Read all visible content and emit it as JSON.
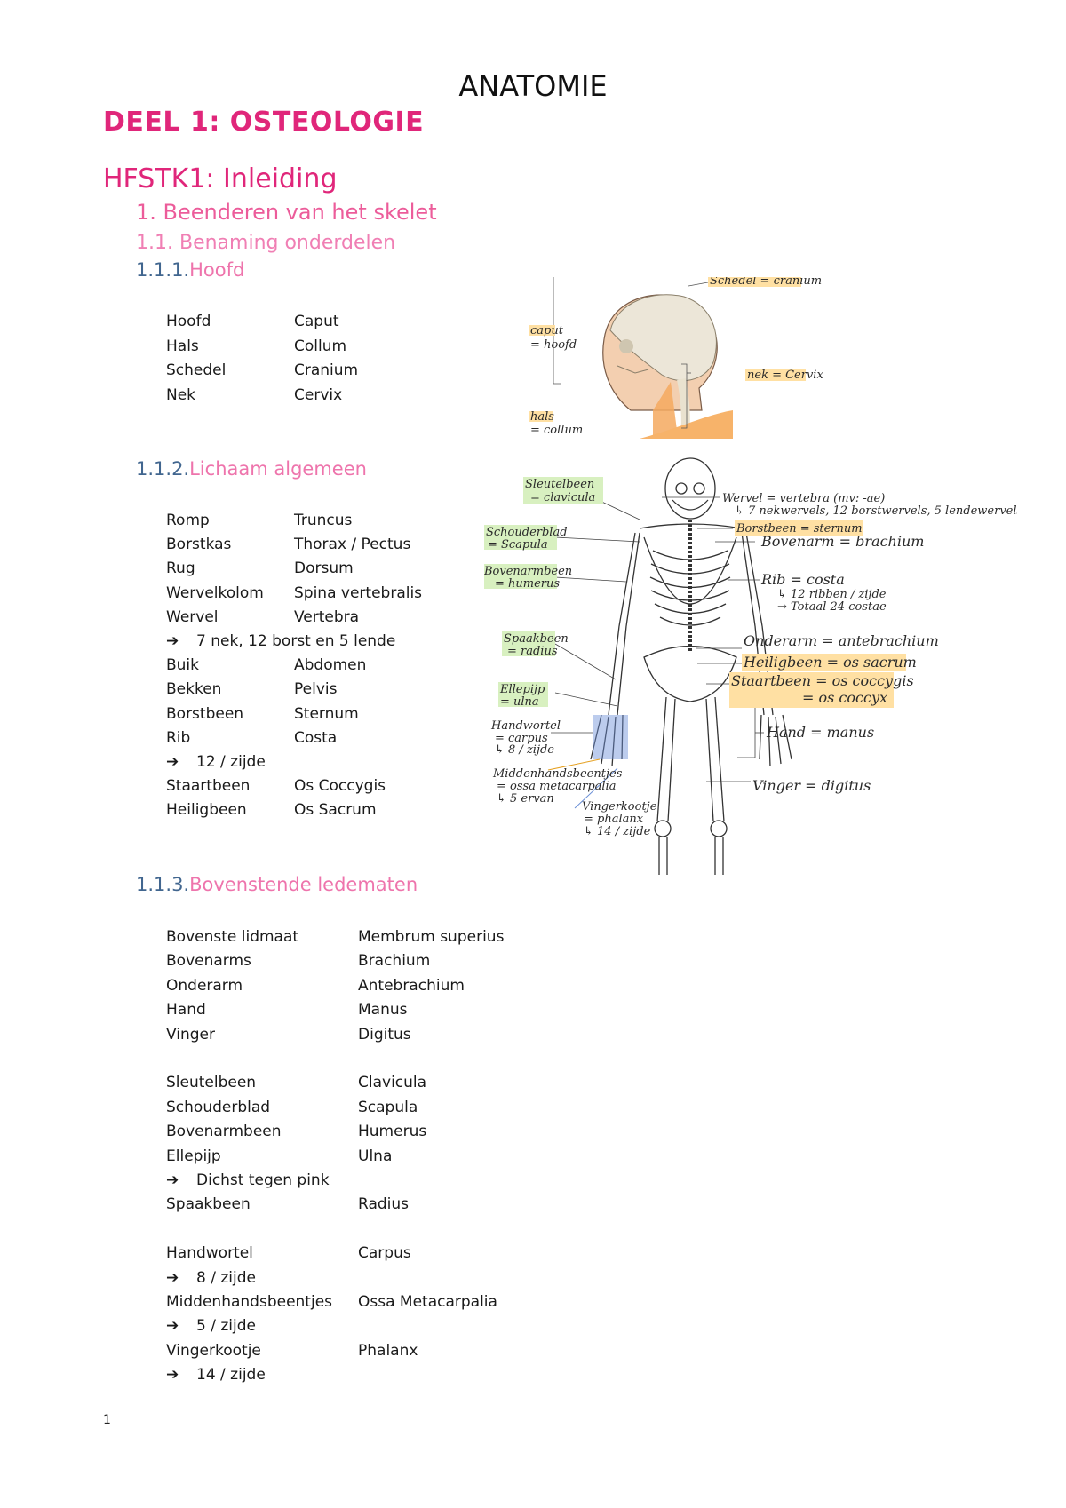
{
  "title": "ANATOMIE",
  "deel": "DEEL 1: OSTEOLOGIE",
  "hfstk": "HFSTK1: Inleiding",
  "h2": "1. Beenderen van het skelet",
  "h3": "1.1.  Benaming onderdelen",
  "sections": {
    "hoofd": {
      "num": "1.1.1.",
      "title": "Hoofd"
    },
    "lichaam": {
      "num": "1.1.2.",
      "title": "Lichaam algemeen"
    },
    "boven": {
      "num": "1.1.3.",
      "title": "Bovenstende ledematen"
    }
  },
  "hoofd_terms": [
    {
      "nl": "Hoofd",
      "lat": "Caput"
    },
    {
      "nl": "Hals",
      "lat": "Collum"
    },
    {
      "nl": "Schedel",
      "lat": "Cranium"
    },
    {
      "nl": "Nek",
      "lat": "Cervix"
    }
  ],
  "lichaam_terms": [
    {
      "nl": "Romp",
      "lat": "Truncus"
    },
    {
      "nl": "Borstkas",
      "lat": "Thorax / Pectus"
    },
    {
      "nl": "Rug",
      "lat": "Dorsum"
    },
    {
      "nl": "Wervelkolom",
      "lat": "Spina vertebralis"
    },
    {
      "nl": "Wervel",
      "lat": "Vertebra"
    },
    {
      "arrow": "7 nek, 12 borst en 5 lende"
    },
    {
      "nl": "Buik",
      "lat": "Abdomen"
    },
    {
      "nl": "Bekken",
      "lat": "Pelvis"
    },
    {
      "nl": "Borstbeen",
      "lat": "Sternum"
    },
    {
      "nl": "Rib",
      "lat": "Costa"
    },
    {
      "arrow": "12 / zijde"
    },
    {
      "nl": "Staartbeen",
      "lat": "Os Coccygis"
    },
    {
      "nl": "Heiligbeen",
      "lat": "Os Sacrum"
    }
  ],
  "boven_terms": [
    {
      "nl": "Bovenste lidmaat",
      "lat": "Membrum superius"
    },
    {
      "nl": "Bovenarms",
      "lat": "Brachium"
    },
    {
      "nl": "Onderarm",
      "lat": "Antebrachium"
    },
    {
      "nl": "Hand",
      "lat": "Manus"
    },
    {
      "nl": "Vinger",
      "lat": "Digitus"
    },
    {
      "nl": "Sleutelbeen",
      "lat": "Clavicula"
    },
    {
      "nl": "Schouderblad",
      "lat": "Scapula"
    },
    {
      "nl": "Bovenarmbeen",
      "lat": "Humerus"
    },
    {
      "nl": "Ellepijp",
      "lat": "Ulna"
    },
    {
      "arrow": "Dichst tegen pink"
    },
    {
      "nl": "Spaakbeen",
      "lat": "Radius"
    },
    {
      "nl": "Handwortel",
      "lat": "Carpus"
    },
    {
      "arrow": "8 / zijde"
    },
    {
      "nl": "Middenhandsbeentjes",
      "lat": "Ossa Metacarpalia"
    },
    {
      "arrow": "5 / zijde"
    },
    {
      "nl": "Vingerkootje",
      "lat": "Phalanx"
    },
    {
      "arrow": "14 / zijde"
    }
  ],
  "head_figure": {
    "labels": [
      "Schedel = cranium",
      "caput",
      "= hoofd",
      "nek = Cervix",
      "hals",
      "= collum"
    ]
  },
  "skeleton_figure": {
    "labels": [
      "Sleutelbeen",
      "= clavicula",
      "Schouderblad",
      "= Scapula",
      "Bovenarmbeen",
      "= humerus",
      "Spaakbeen",
      "= radius",
      "Ellepijp",
      "= ulna",
      "Handwortel",
      "= carpus",
      "↳ 8 / zijde",
      "Middenhandsbeentjes",
      "= ossa metacarpalia",
      "↳ 5 ervan",
      "Vingerkootje",
      "= phalanx",
      "↳ 14 / zijde",
      "Wervel = vertebra (mv: -ae)",
      "↳ 7 nekwervels, 12 borstwervels, 5 lendewervels",
      "Borstbeen = sternum",
      "Bovenarm = brachium",
      "Rib = costa",
      "↳ 12 ribben / zijde",
      "→ Totaal 24 costae",
      "Onderarm = antebrachium",
      "Heiligbeen = os sacrum",
      "Staartbeen = os coccygis",
      "= os coccyx",
      "Hand = manus",
      "Vinger = digitus"
    ]
  },
  "page_number": "1",
  "colors": {
    "heading_pink": "#e0267a",
    "sub_pink": "#ee74ac",
    "num_blue": "#41668f",
    "highlight": "#ffe0a3",
    "green_highlight": "#d8f0c0"
  }
}
